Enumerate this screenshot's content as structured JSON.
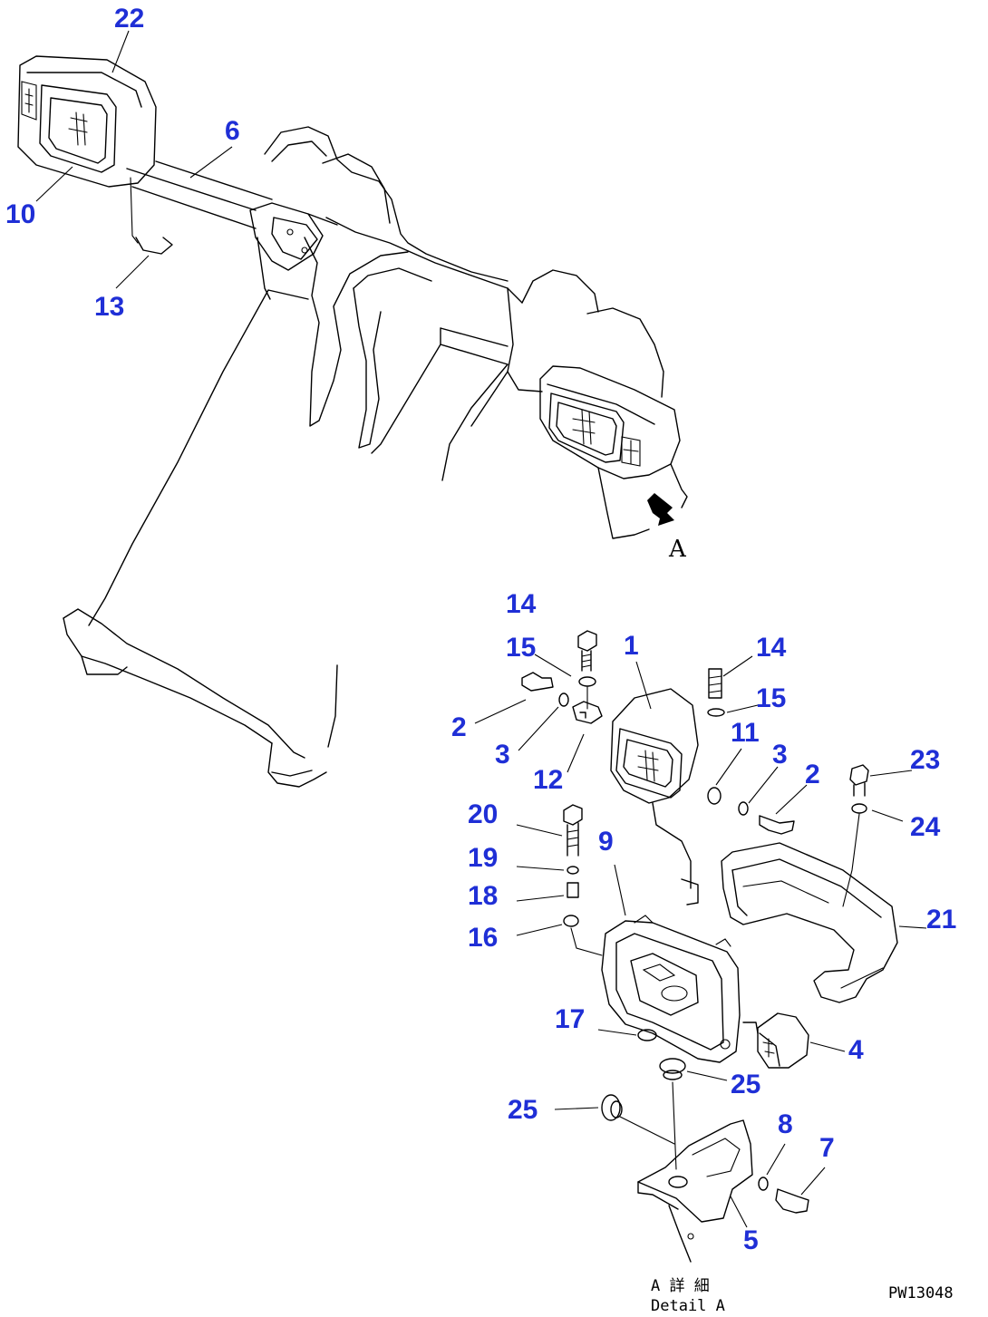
{
  "diagram": {
    "callouts": [
      {
        "id": "c22a",
        "label": "22"
      },
      {
        "id": "c6",
        "label": "6"
      },
      {
        "id": "c10",
        "label": "10"
      },
      {
        "id": "c13",
        "label": "13"
      },
      {
        "id": "c14a",
        "label": "14"
      },
      {
        "id": "c15a",
        "label": "15"
      },
      {
        "id": "c1",
        "label": "1"
      },
      {
        "id": "c14b",
        "label": "14"
      },
      {
        "id": "c15b",
        "label": "15"
      },
      {
        "id": "c2a",
        "label": "2"
      },
      {
        "id": "c3a",
        "label": "3"
      },
      {
        "id": "c12",
        "label": "12"
      },
      {
        "id": "c11",
        "label": "11"
      },
      {
        "id": "c3b",
        "label": "3"
      },
      {
        "id": "c2b",
        "label": "2"
      },
      {
        "id": "c23",
        "label": "23"
      },
      {
        "id": "c24",
        "label": "24"
      },
      {
        "id": "c20",
        "label": "20"
      },
      {
        "id": "c19",
        "label": "19"
      },
      {
        "id": "c9",
        "label": "9"
      },
      {
        "id": "c18",
        "label": "18"
      },
      {
        "id": "c16",
        "label": "16"
      },
      {
        "id": "c21",
        "label": "21"
      },
      {
        "id": "c17",
        "label": "17"
      },
      {
        "id": "c4",
        "label": "4"
      },
      {
        "id": "c25a",
        "label": "25"
      },
      {
        "id": "c25b",
        "label": "25"
      },
      {
        "id": "c8",
        "label": "8"
      },
      {
        "id": "c7",
        "label": "7"
      },
      {
        "id": "c5",
        "label": "5"
      }
    ],
    "view_marker": "A",
    "detail_caption_jp": "A 詳 細",
    "detail_caption_en": "Detail A",
    "drawing_code": "PW13048"
  }
}
